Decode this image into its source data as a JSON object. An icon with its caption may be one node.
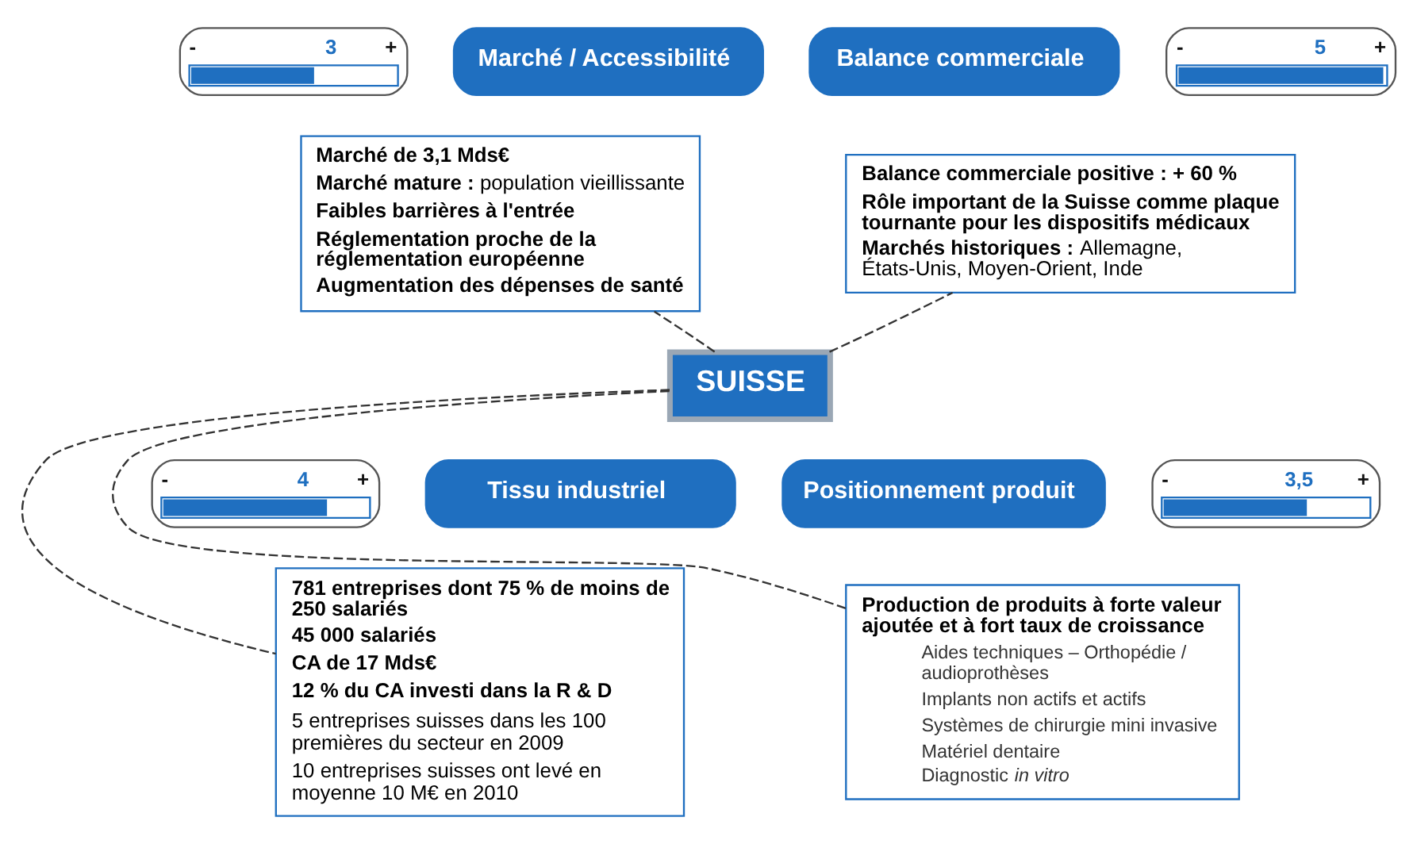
{
  "diagram": {
    "nodes": [
      {
        "text": [
          "-",
          "3",
          "+"
        ]
      },
      {
        "text": [
          "Marché / Accessibilité"
        ]
      },
      {
        "text": [
          "Marché de 3,1 Mds€",
          "**Marché mature :** population vieillissante",
          "Faibles barrières à l'entrée",
          "Réglementation proche de la réglementation européenne",
          "Augmentation des dépenses de santé"
        ]
      },
      {
        "text": [
          "Balance commerciale"
        ]
      },
      {
        "text": [
          "-",
          "5",
          "+"
        ]
      },
      {
        "text": [
          "Balance commerciale positive : + 60 %",
          "Rôle important de la Suisse comme plaque tournante pour les dispositifs médicaux",
          "**Marchés historiques :** Allemagne, États-Unis, Moyen-Orient, Inde"
        ]
      },
      {
        "text": [
          "SUISSE"
        ]
      },
      {
        "text": [
          "-",
          "4",
          "+"
        ]
      },
      {
        "text": [
          "Tissu industriel"
        ]
      },
      {
        "text": [
          "781 entreprises dont 75 % de moins de 250 salariés",
          "45 000 salariés",
          "CA de 17 Mds€",
          "12 % du CA investi dans la R & D",
          "5 entreprises suisses dans les 100 premières du secteur en 2009",
          "10 entreprises suisses ont levé en moyenne 10 M€ en 2010"
        ]
      },
      {
        "text": [
          "Positionnement produit"
        ]
      },
      {
        "text": [
          "-",
          "3,5",
          "+"
        ]
      },
      {
        "text": [
          "Production de produits à forte valeur ajoutée et à fort taux de croissance",
          "Aides techniques – Orthopédie / audioprothèses",
          "Implants non actifs et actifs",
          "Systèmes de chirurgie mini invasive",
          "Matériel dentaire",
          "Diagnostic *in vitro*"
        ]
      }
    ],
    "edges": [
      {
        "from": 6,
        "to": 2,
        "arrow": "none",
        "style": "dashed"
      },
      {
        "from": 6,
        "to": 5,
        "arrow": "none",
        "style": "dashed"
      },
      {
        "from": 6,
        "to": 9,
        "arrow": "none",
        "style": "dashed"
      },
      {
        "from": 6,
        "to": 12,
        "arrow": "none",
        "style": "dashed"
      }
    ]
  }
}
